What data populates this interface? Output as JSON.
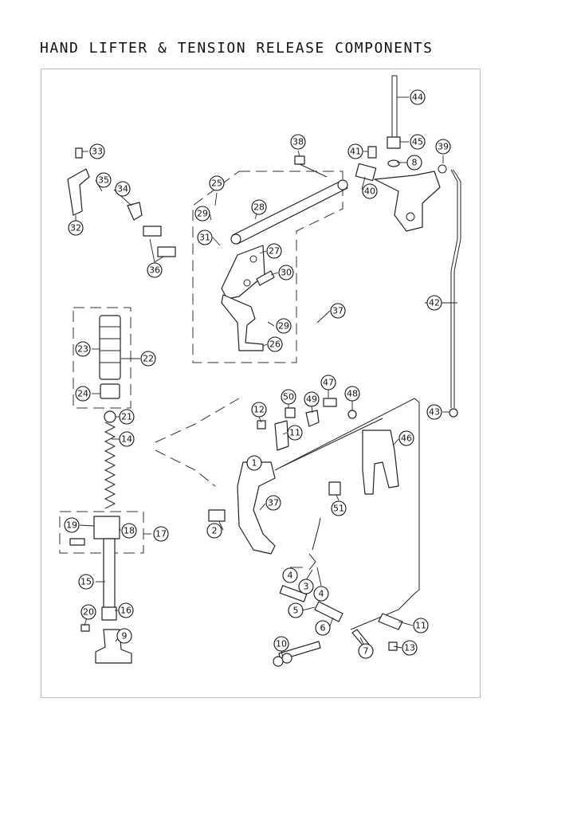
{
  "title": "HAND LIFTER & TENSION RELEASE COMPONENTS",
  "callout_numbers": [
    "1",
    "2",
    "3",
    "4",
    "4",
    "5",
    "6",
    "7",
    "8",
    "9",
    "10",
    "11",
    "11",
    "12",
    "13",
    "14",
    "15",
    "16",
    "17",
    "18",
    "19",
    "20",
    "21",
    "22",
    "23",
    "24",
    "25",
    "26",
    "27",
    "28",
    "29",
    "29",
    "30",
    "31",
    "32",
    "33",
    "34",
    "35",
    "36",
    "37",
    "37",
    "38",
    "39",
    "40",
    "41",
    "42",
    "43",
    "44",
    "45",
    "46",
    "47",
    "48",
    "49",
    "50",
    "51"
  ]
}
